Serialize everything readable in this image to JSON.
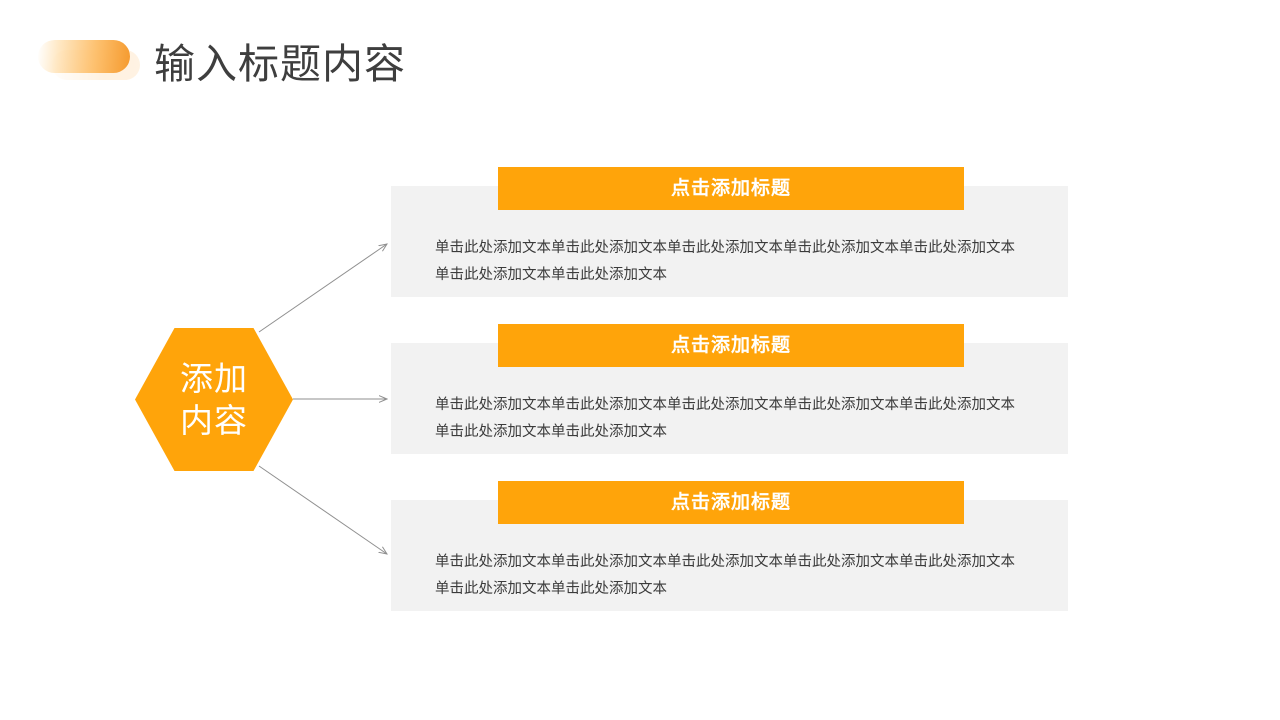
{
  "slide": {
    "title": "输入标题内容",
    "accent_color": "#FFA40A",
    "panel_color": "#F2F2F2",
    "title_color": "#3E3E3E",
    "body_color": "#3B3B3B",
    "connector_color": "#9A9A9A"
  },
  "hub": {
    "line1": "添加",
    "line2": "内容"
  },
  "blocks": [
    {
      "heading": "点击添加标题",
      "body": "单击此处添加文本单击此处添加文本单击此处添加文本单击此处添加文本单击此处添加文本单击此处添加文本单击此处添加文本"
    },
    {
      "heading": "点击添加标题",
      "body": "单击此处添加文本单击此处添加文本单击此处添加文本单击此处添加文本单击此处添加文本单击此处添加文本单击此处添加文本"
    },
    {
      "heading": "点击添加标题",
      "body": "单击此处添加文本单击此处添加文本单击此处添加文本单击此处添加文本单击此处添加文本单击此处添加文本单击此处添加文本"
    }
  ]
}
